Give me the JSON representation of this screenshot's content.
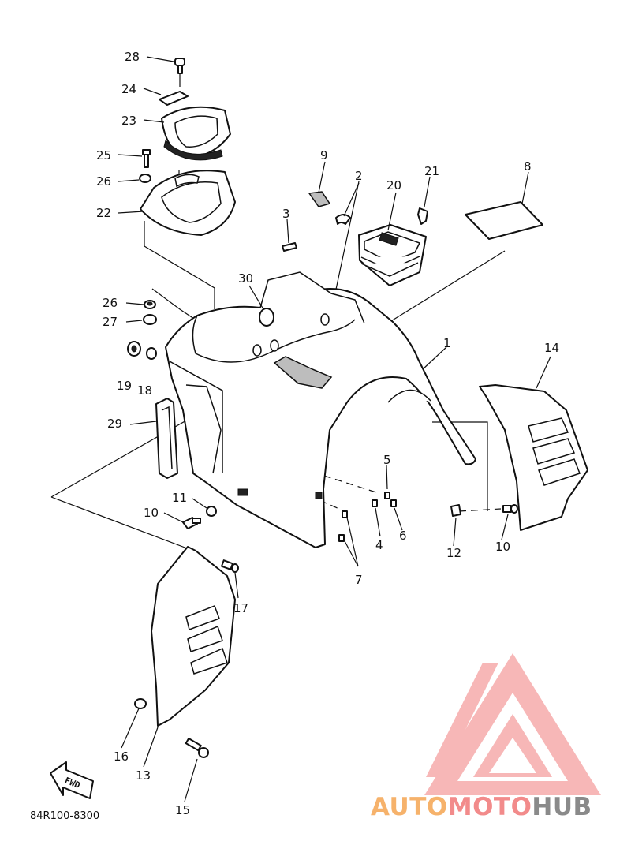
{
  "diagram": {
    "callouts": [
      "28",
      "24",
      "23",
      "25",
      "26",
      "22",
      "9",
      "2",
      "20",
      "21",
      "8",
      "3",
      "30",
      "26",
      "27",
      "19",
      "18",
      "1",
      "14",
      "29",
      "5",
      "4",
      "6",
      "11",
      "10",
      "12",
      "10",
      "7",
      "17",
      "16",
      "13",
      "15"
    ],
    "drawing_code": "84R100-8300",
    "fwd_label": "FWD"
  },
  "watermark": {
    "part1": "AUTO",
    "part2": "MOTO",
    "part3": "HUB",
    "colors": {
      "auto": "#f6b26b",
      "moto": "#f28b8b",
      "hub": "#8a8a8a",
      "logo": "#f28b8b"
    }
  }
}
